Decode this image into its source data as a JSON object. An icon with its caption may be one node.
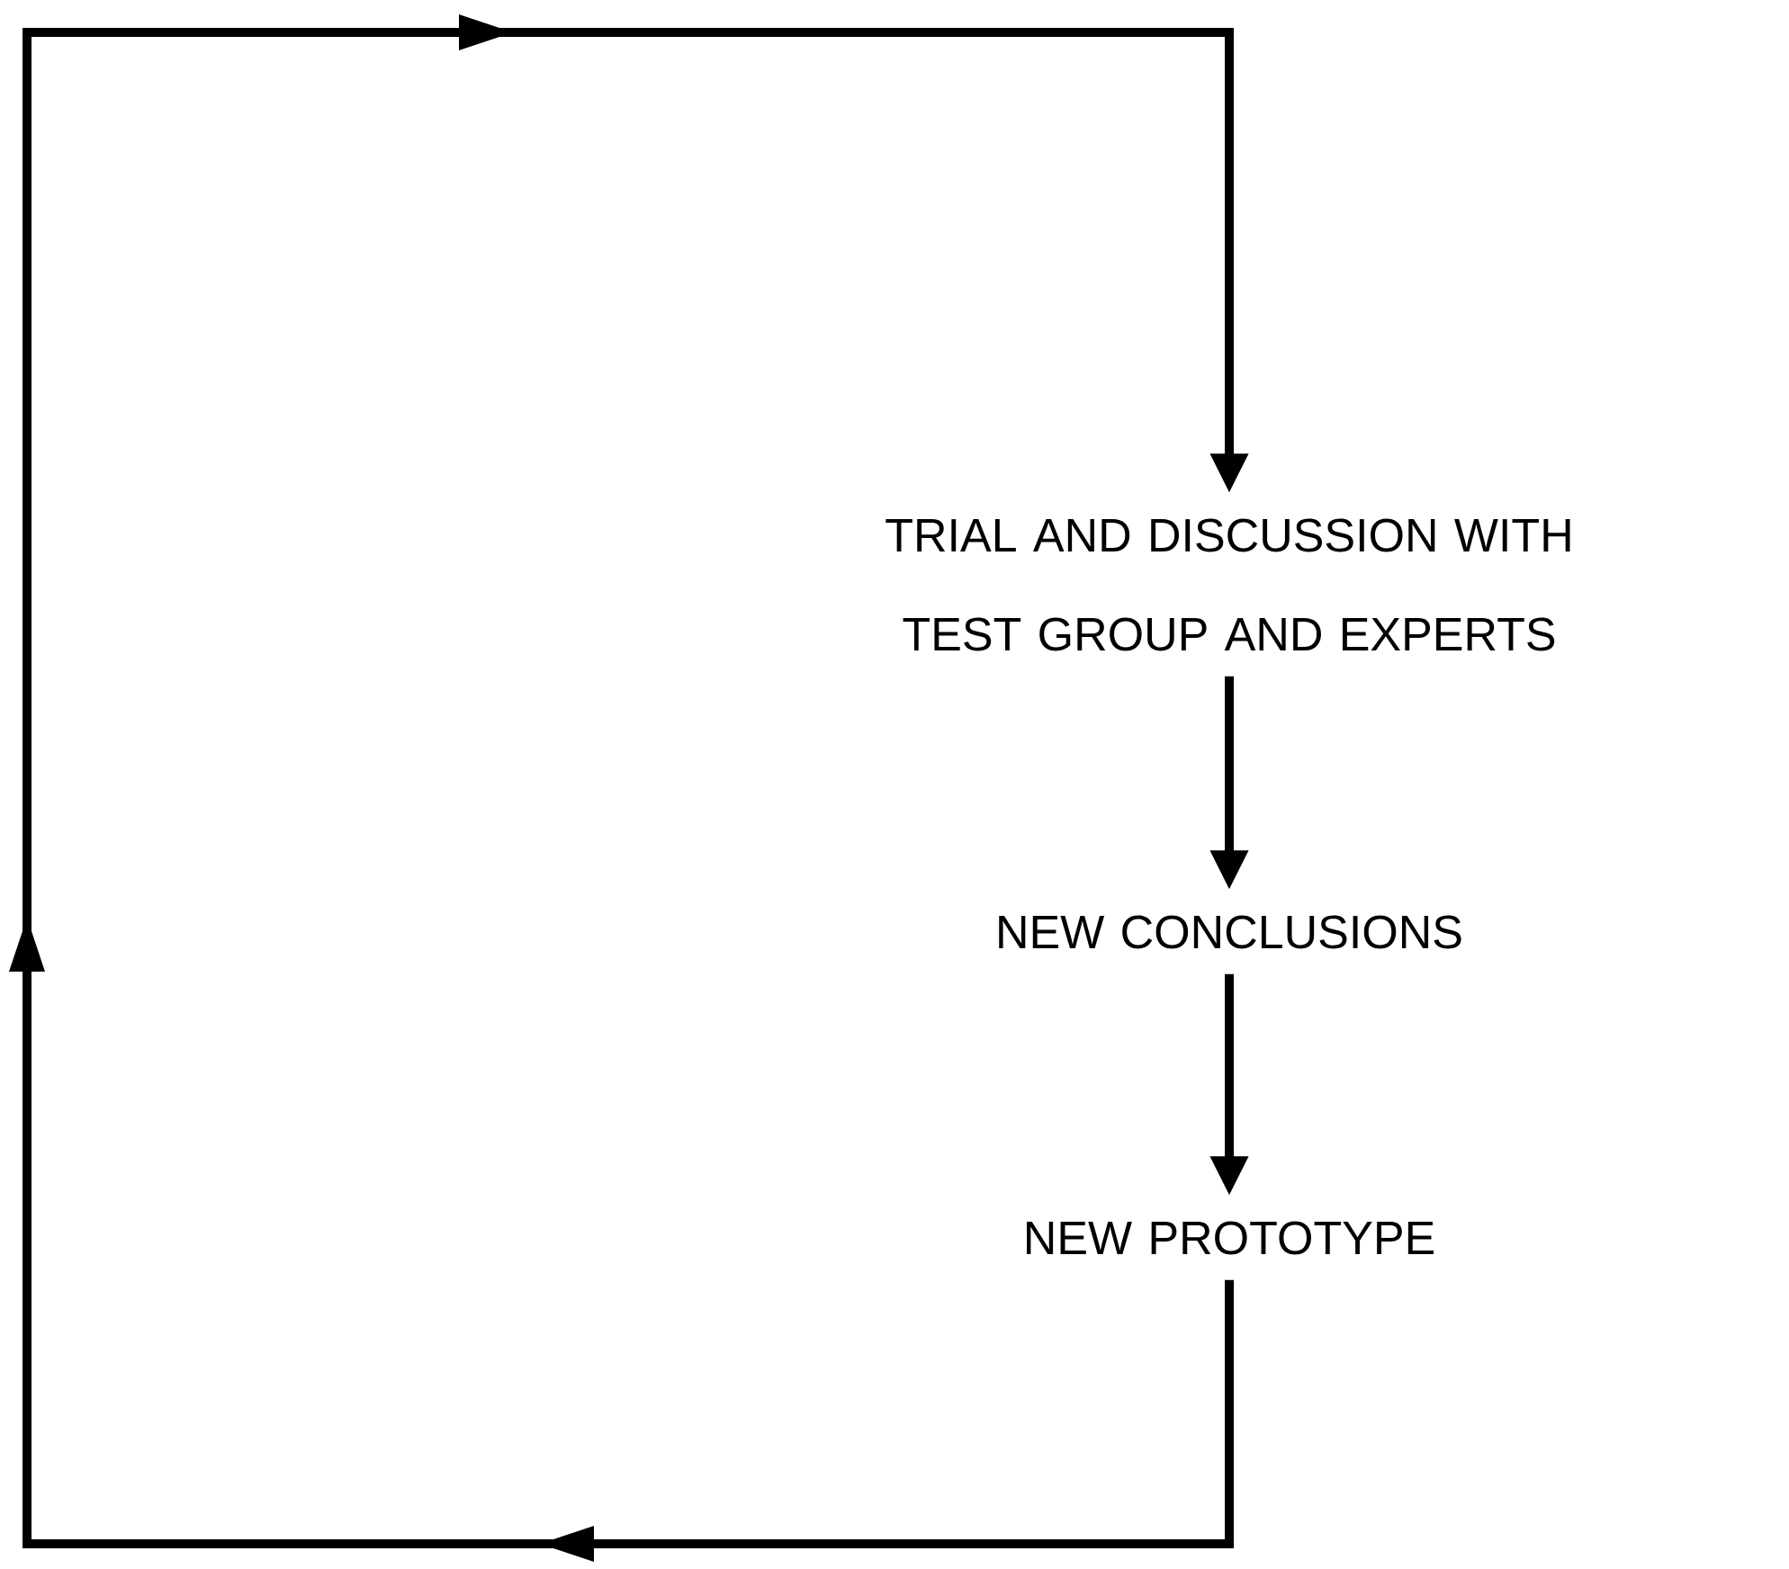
{
  "diagram": {
    "nodes": [
      {
        "text": [
          "TRIAL AND DISCUSSION WITH TEST GROUP AND EXPERTS"
        ]
      },
      {
        "text": [
          "NEW CONCLUSIONS"
        ]
      },
      {
        "text": [
          "NEW PROTOTYPE"
        ]
      }
    ],
    "edges": [
      {
        "from": 0,
        "to": 1,
        "arrow": "to"
      },
      {
        "from": 1,
        "to": 2,
        "arrow": "to"
      },
      {
        "from": 2,
        "to": 0,
        "arrow": "to"
      }
    ]
  }
}
